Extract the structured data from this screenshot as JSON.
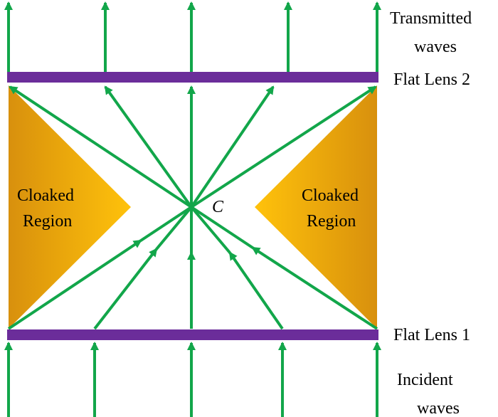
{
  "labels": {
    "transmitted_line1": "Transmitted",
    "transmitted_line2": "waves",
    "lens2": "Flat Lens 2",
    "lens1": "Flat Lens 1",
    "incident_line1": "Incident",
    "incident_line2": "waves",
    "cloaked_left_line1": "Cloaked",
    "cloaked_left_line2": "Region",
    "cloaked_right_line1": "Cloaked",
    "cloaked_right_line2": "Region",
    "center_point": "C"
  },
  "colors": {
    "ray": "#12a64a",
    "lens": "#6b2d9a",
    "cloak_dark": "#d8900d",
    "cloak_light": "#ffc20b"
  }
}
